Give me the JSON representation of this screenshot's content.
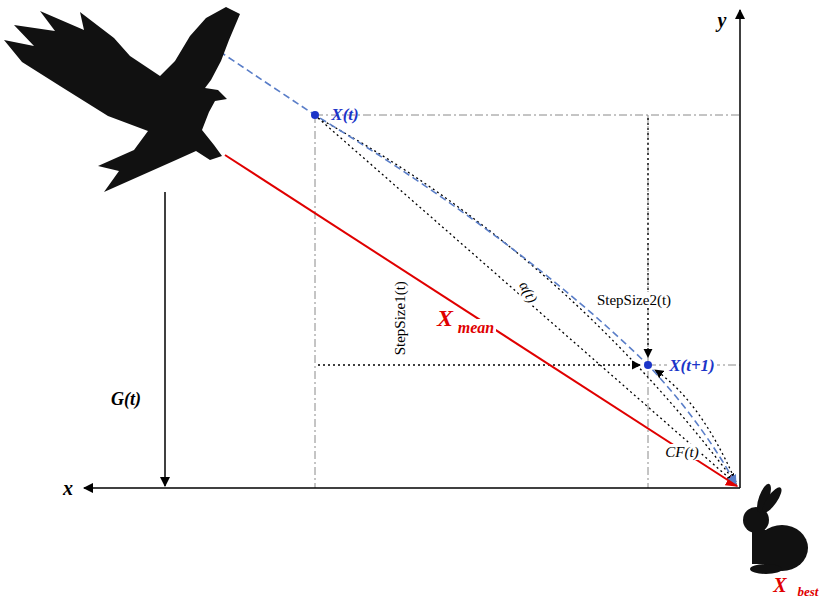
{
  "diagram": {
    "labels": [
      "y",
      "x",
      "X(t)",
      "X(t+1)",
      "StepSize2(t)",
      "StepSize1(t)",
      "α(t)",
      "X",
      "mean",
      "G(t)",
      "CF(t)",
      "X",
      "best"
    ]
  }
}
